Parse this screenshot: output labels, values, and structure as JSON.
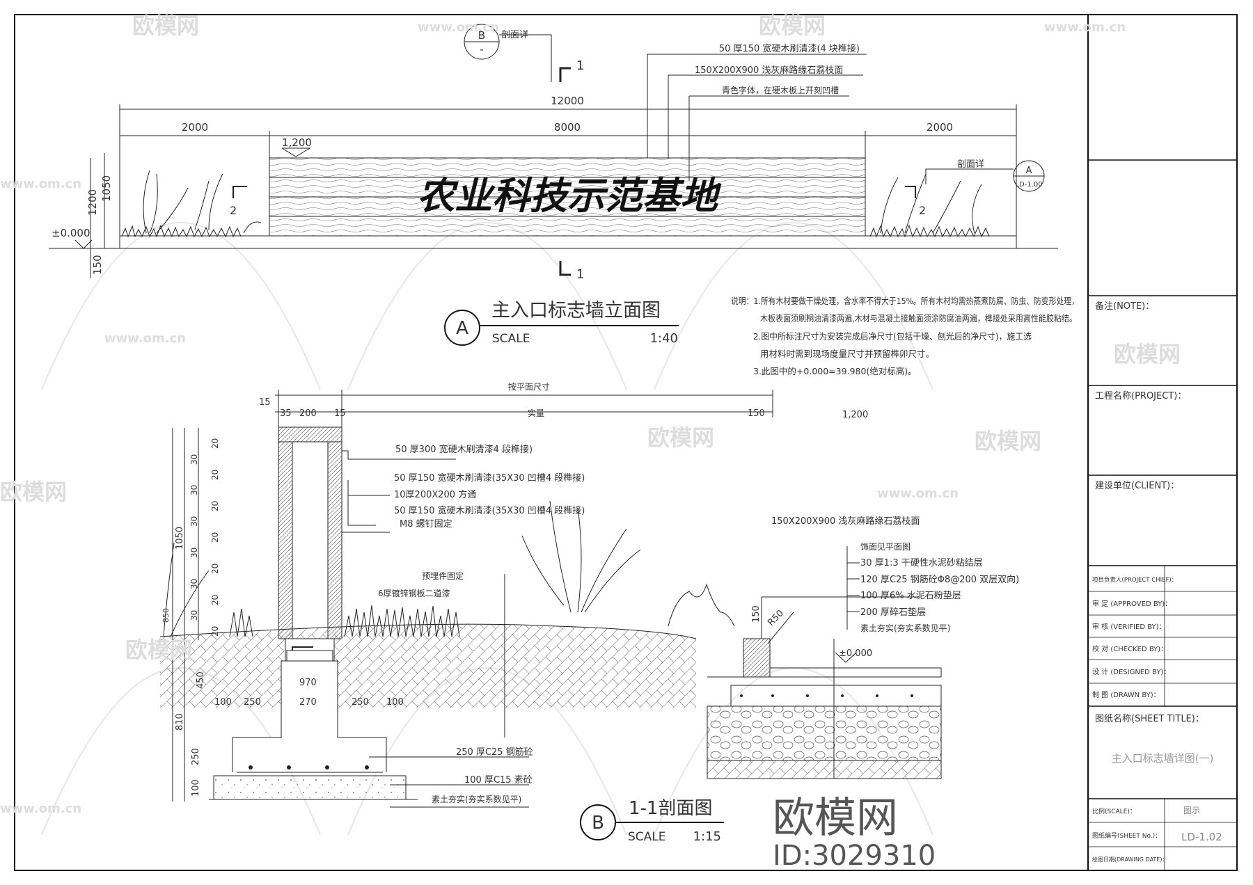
{
  "elevation": {
    "callout_b": {
      "letter": "B",
      "sub": "-",
      "label": "剖面详"
    },
    "section_mark_top": "1",
    "section_mark_bottom": "1",
    "section_mark_left": "2",
    "section_mark_right": "2",
    "callout_a": {
      "letter": "A",
      "sub": "LD-1.00",
      "label": "剖面详"
    },
    "leaders": [
      "50 厚150 宽硬木刷清漆(4 块榫接)",
      "150X200X900    浅灰麻路缘石荔枝面",
      "青色字体，在硬木板上开刻凹槽"
    ],
    "dims": {
      "total": "12000",
      "left": "2000",
      "middle": "8000",
      "right": "2000",
      "level": "1,200",
      "h1": "1200",
      "h2": "1050",
      "base": "150",
      "zero": "±0.000"
    },
    "sign_text": "农业科技示范基地",
    "title": {
      "letter": "A",
      "name": "主入口标志墙立面图",
      "scale_label": "SCALE",
      "scale": "1:40"
    }
  },
  "notes": [
    "说明：1.所有木材要做干燥处理，含水率不得大于15%。所有木材均需热蒸煮防腐、防虫、防变形处理，",
    "木板表面须刷桐油清漆两遍,木材与混凝土接触面须涂防腐油两遍，榫接处采用高性能胶粘结。",
    "2.图中所标注尺寸为安装完成后净尺寸(包括干燥、刨光后的净尺寸)，施工选",
    "用材料时需到现场度量尺寸并预留榫卯尺寸。",
    "3.此图中的+0.000=39.980(绝对标高)。"
  ],
  "section": {
    "dims_top": {
      "by_plan": "按平面尺寸",
      "actual": "实量",
      "d15": "15",
      "d35": "35",
      "d200": "200",
      "d15b": "15",
      "d150": "150",
      "level": "1,200"
    },
    "dims_left": [
      "20",
      "30",
      "20",
      "30",
      "20",
      "30",
      "20",
      "30",
      "20",
      "30",
      "20",
      "30",
      "20"
    ],
    "dims_left_total": "1050",
    "dims_left_plant": "850",
    "dims_footing": {
      "d970": "970",
      "d270": "270",
      "d100a": "100",
      "d250a": "250",
      "d250b": "250",
      "d100b": "100",
      "d450": "450",
      "d810": "810",
      "d250v": "250",
      "d100v": "100"
    },
    "leaders": [
      "50 厚300 宽硬木刷清漆4 段榫接)",
      "50 厚150 宽硬木刷清漆(35X30 凹槽4 段榫接)",
      "10厚200X200   方通",
      "50 厚150 宽硬木刷清漆(35X30 凹槽4 段榫接)",
      "M8 螺钉固定",
      "预埋件固定",
      "6厚镀锌钢板二道漆"
    ],
    "footing_leaders": [
      "250 厚C25 钢筋砼",
      "100 厚C15 素砼",
      "素土夯实(夯实系数见平)"
    ],
    "paving_leaders": [
      "150X200X900     浅灰麻路缘石荔枝面",
      "饰面见平面图",
      "30 厚1:3 干硬性水泥砂粘结层",
      "120 厚C25 钢筋砼Φ8@200 双层双向)",
      "100 厚6% 水泥石粉垫层",
      "200 厚碎石垫层",
      "素土夯实(夯实系数见平)"
    ],
    "paving_dims": {
      "r50": "R50",
      "zero": "±0.000",
      "d150": "150"
    },
    "title": {
      "letter": "B",
      "name": "1-1剖面图",
      "scale_label": "SCALE",
      "scale": "1:15"
    }
  },
  "title_block": {
    "note": "备注(NOTE)：",
    "project": "工程名称(PROJECT)：",
    "client": "建设单位(CLIENT)：",
    "rows": [
      "项目负责人(PROJECT CHIEF)：",
      "审 定 (APPROVED BY)：",
      "审 核 (VERIFIED BY)：",
      "校 对 (CHECKED BY)：",
      "设 计 (DESIGNED BY)：",
      "制 图 (DRAWN BY)："
    ],
    "sheet_title_label": "图纸名称(SHEET TITLE)：",
    "sheet_title": "主入口标志墙详图(一)",
    "scale_label": "比例(SCALE)：",
    "scale_value": "图示",
    "sheet_no_label": "图纸编号(SHEET No.)：",
    "sheet_no": "LD-1.02",
    "date_label": "绘图日期(DRAWING DATE)："
  },
  "watermark": {
    "logo": "欧模网",
    "url": "www.om.cn",
    "id": "ID:3029310"
  },
  "colors": {
    "line": "#222222",
    "watermark": "#dddddd"
  }
}
